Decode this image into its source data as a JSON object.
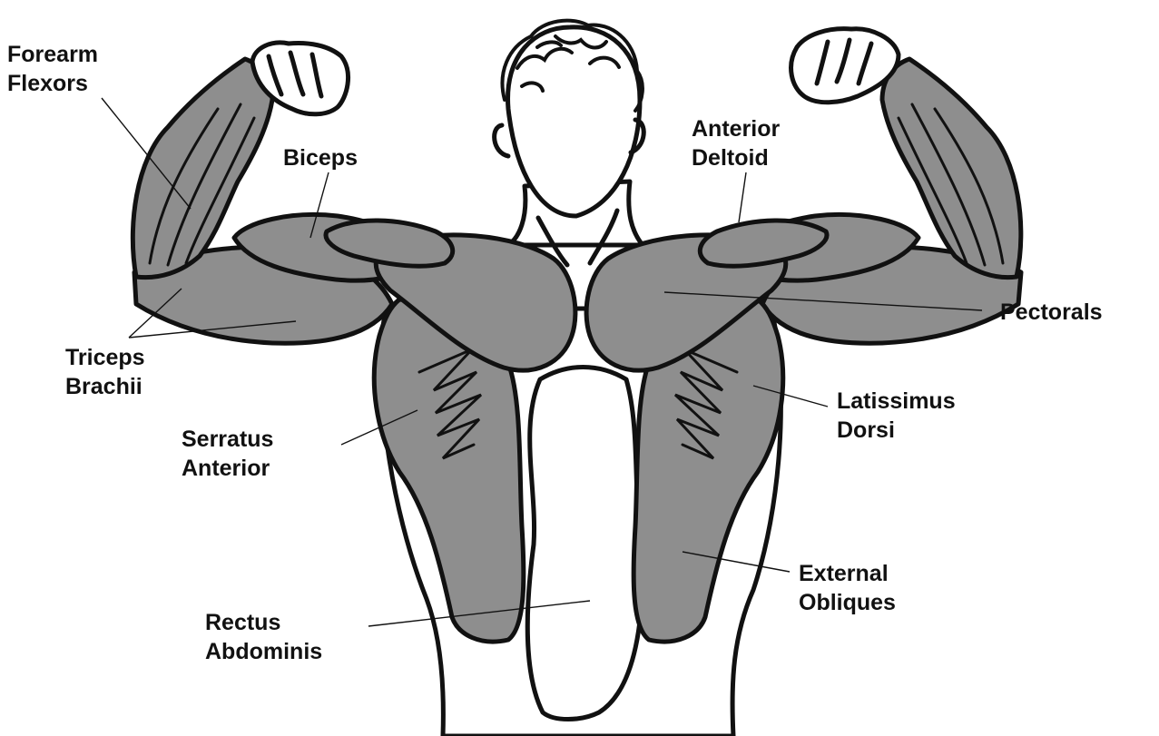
{
  "colors": {
    "muscle": "#8e8e8e",
    "ink": "#111111",
    "background": "#ffffff"
  },
  "labels": {
    "forearm_flexors": [
      "Forearm",
      "Flexors"
    ],
    "biceps": [
      "Biceps"
    ],
    "anterior_deltoid": [
      "Anterior",
      "Deltoid"
    ],
    "pectorals": [
      "Pectorals"
    ],
    "triceps_brachii": [
      "Triceps",
      "Brachii"
    ],
    "latissimus_dorsi": [
      "Latissimus",
      "Dorsi"
    ],
    "serratus_anterior": [
      "Serratus",
      "Anterior"
    ],
    "external_obliques": [
      "External",
      "Obliques"
    ],
    "rectus_abdominis": [
      "Rectus",
      "Abdominis"
    ]
  }
}
